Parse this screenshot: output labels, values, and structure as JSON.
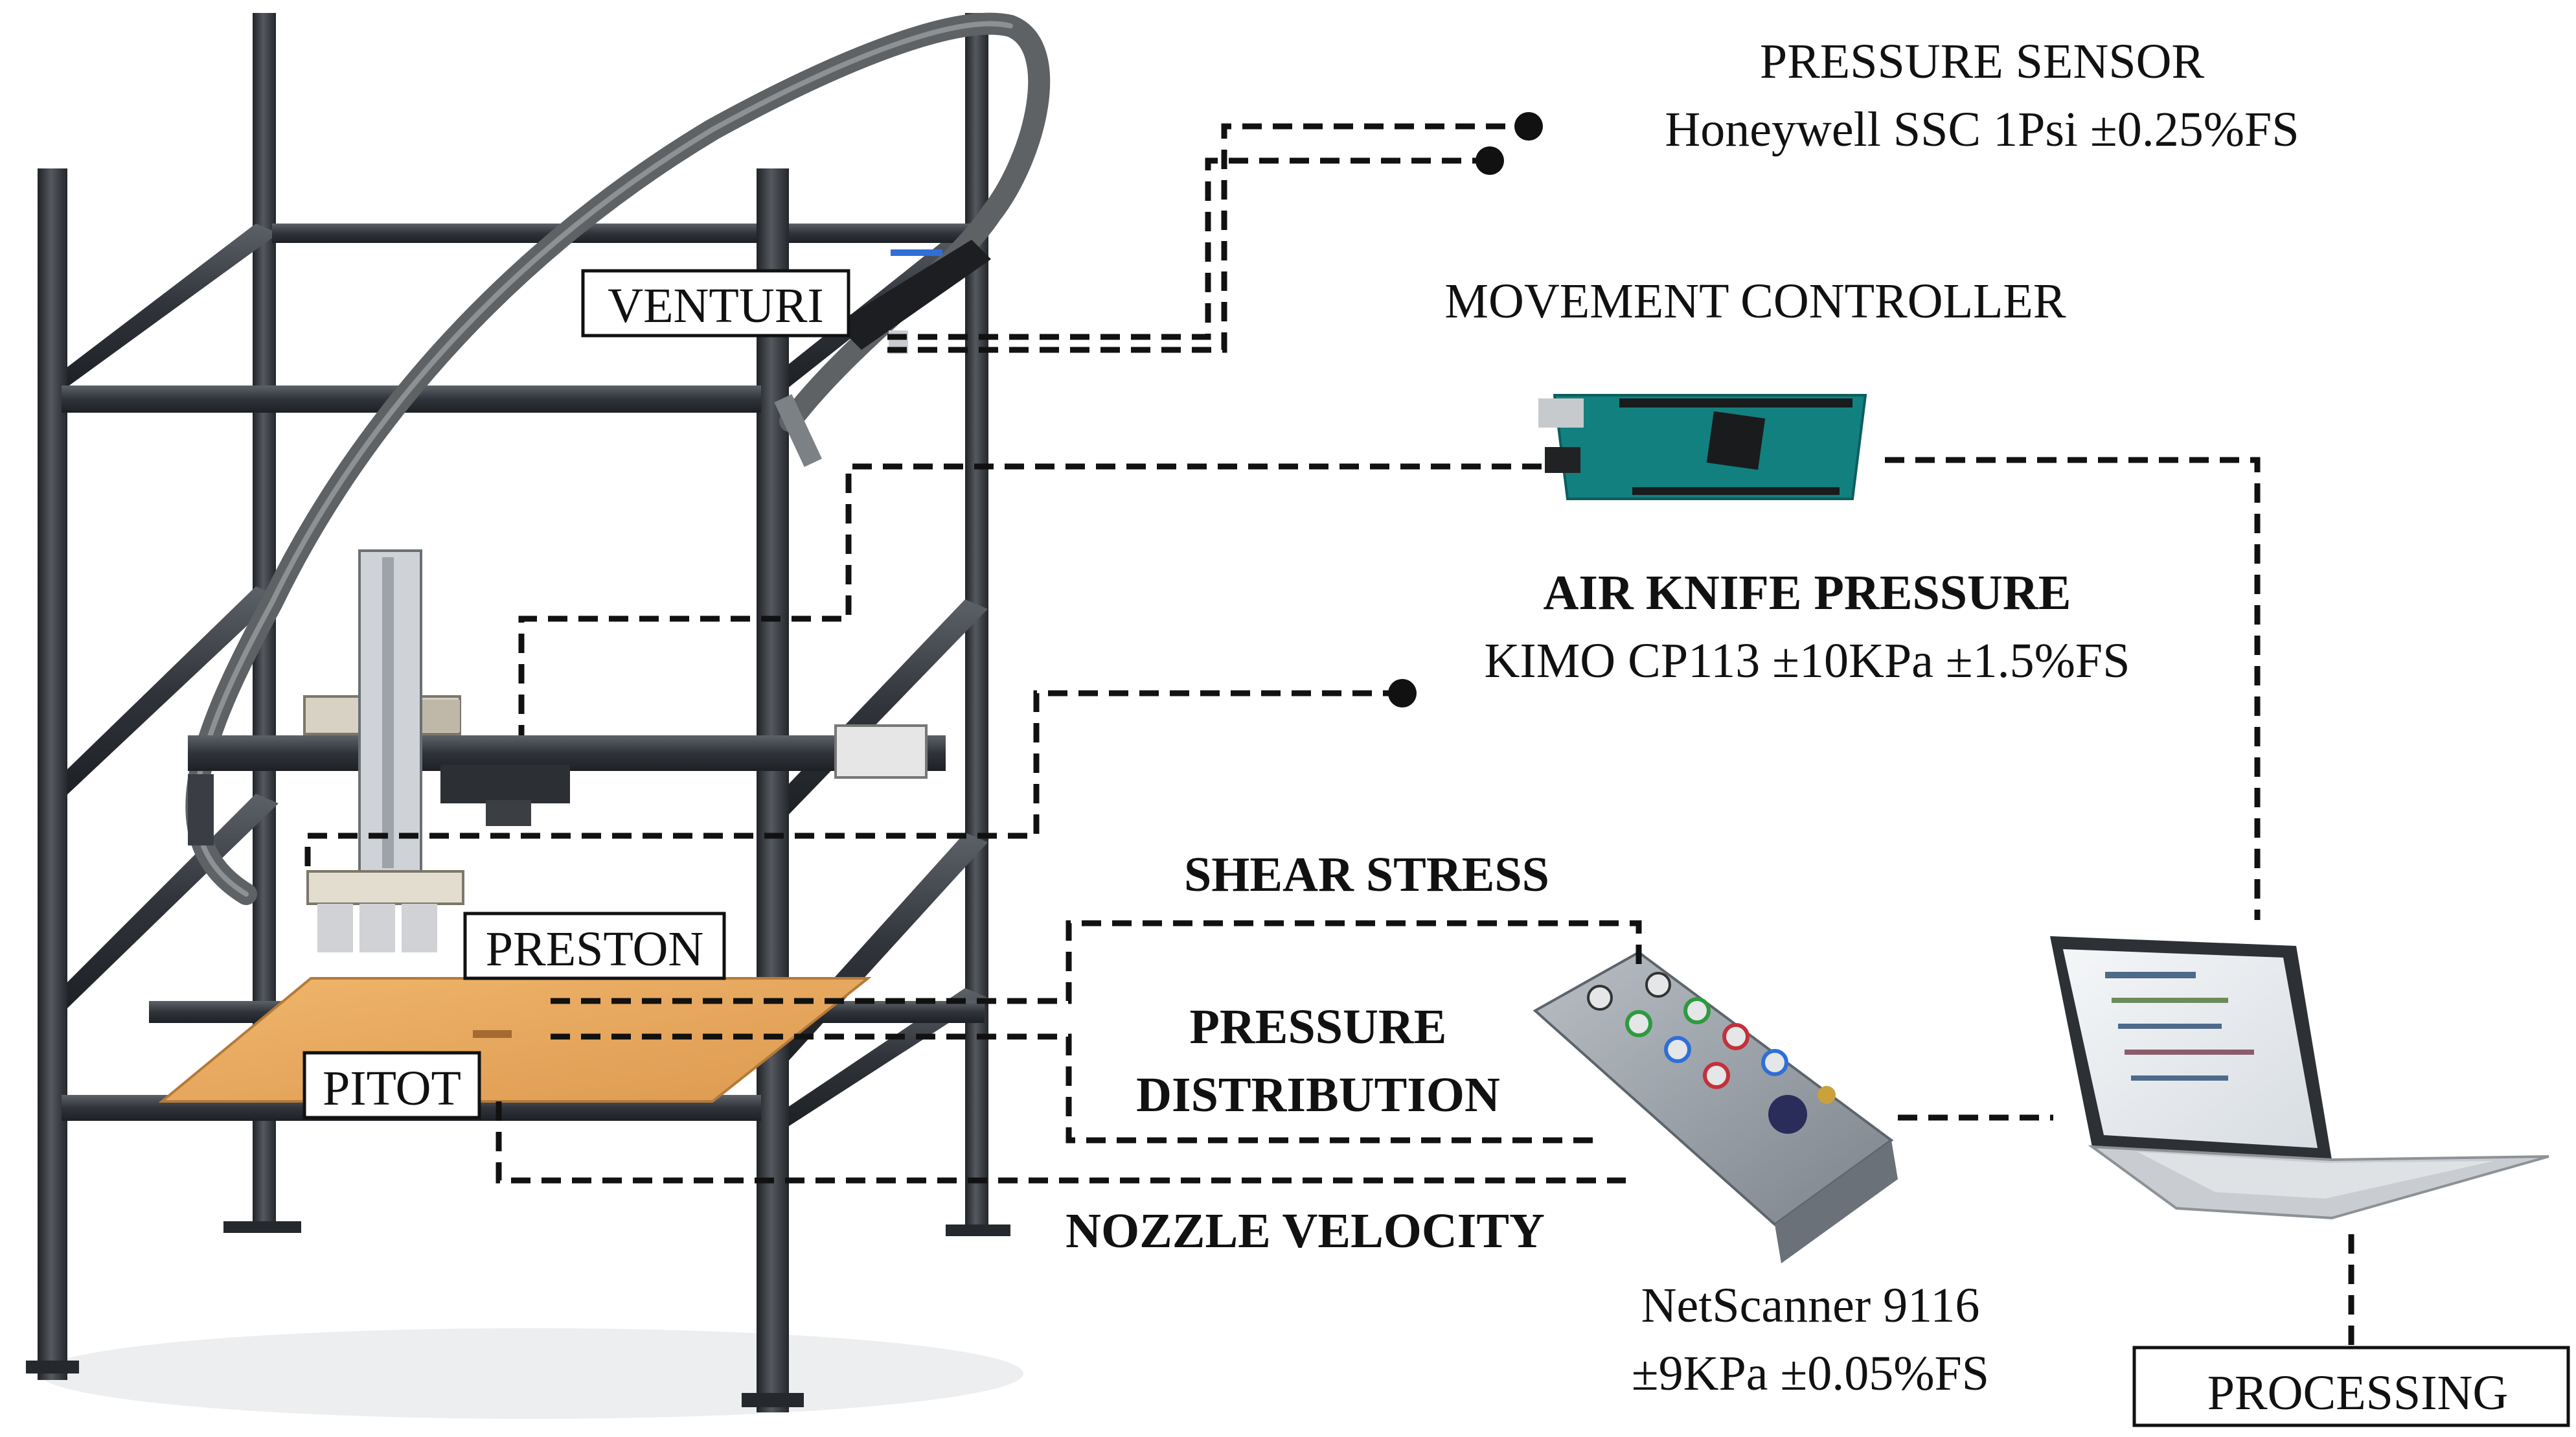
{
  "labels": {
    "venturi": "VENTURI",
    "preston": "PRESTON",
    "pitot": "PITOT",
    "processing": "PROCESSING",
    "pressure_sensor_title": "PRESSURE SENSOR",
    "pressure_sensor_spec": "Honeywell SSC 1Psi ±0.25%FS",
    "movement_controller": "MOVEMENT CONTROLLER",
    "air_knife_title": "AIR KNIFE PRESSURE",
    "air_knife_spec": "KIMO CP113 ±10KPa ±1.5%FS",
    "shear_stress": "SHEAR STRESS",
    "pressure_distribution_line1": "PRESSURE",
    "pressure_distribution_line2": "DISTRIBUTION",
    "nozzle_velocity": "NOZZLE VELOCITY",
    "netscanner_name": "NetScanner 9116",
    "netscanner_spec": "±9KPa ±0.05%FS"
  },
  "colors": {
    "frame": "#2e3136",
    "frame_highlight": "#5b6068",
    "plate": "#e9a95f",
    "arduino": "#12807f",
    "scanner": "#9aa3ab",
    "laptop": "#c9ccd0",
    "line": "#111111"
  }
}
